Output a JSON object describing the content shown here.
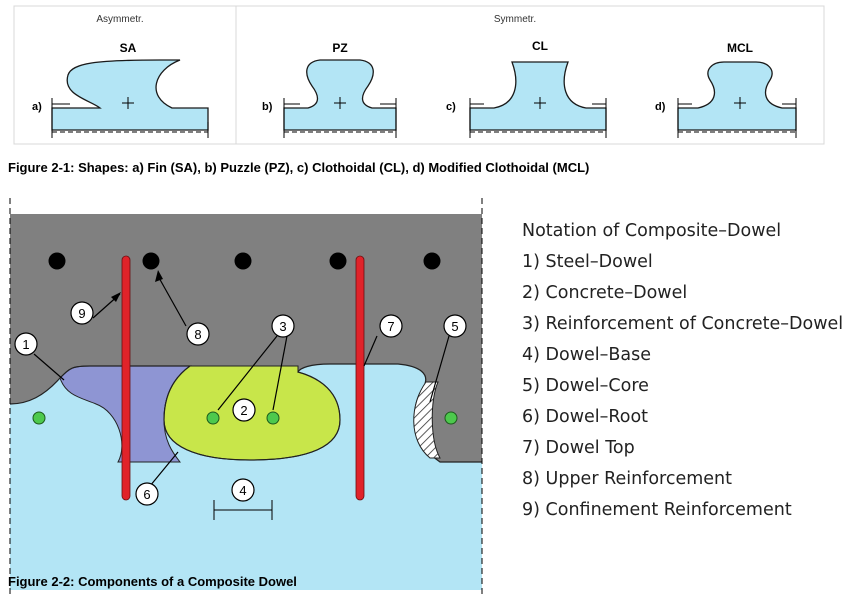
{
  "figure1": {
    "header_asym": "Asymmetr.",
    "header_sym": "Symmetr.",
    "shapes": [
      {
        "id": "SA",
        "name": "SA",
        "label": "a)"
      },
      {
        "id": "PZ",
        "name": "PZ",
        "label": "b)"
      },
      {
        "id": "CL",
        "name": "CL",
        "label": "c)"
      },
      {
        "id": "MCL",
        "name": "MCL",
        "label": "d)"
      }
    ],
    "caption": "Figure 2-1: Shapes: a) Fin (SA), b) Puzzle (PZ), c) Clothoidal (CL), d) Modified Clothoidal (MCL)"
  },
  "figure2": {
    "markers": [
      "1",
      "2",
      "3",
      "4",
      "5",
      "6",
      "7",
      "8",
      "9"
    ],
    "notation_title": "Notation of Composite–Dowel",
    "notation": [
      "1) Steel–Dowel",
      "2) Concrete–Dowel",
      "3) Reinforcement of Concrete–Dowel",
      "4) Dowel–Base",
      "5) Dowel–Core",
      "6) Dowel–Root",
      "7) Dowel Top",
      "8) Upper Reinforcement",
      "9) Confinement Reinforcement"
    ],
    "caption": "Figure 2-2: Components of a Composite Dowel"
  },
  "colors": {
    "steel_light": "#b3e5f5",
    "concrete_grey": "#808080",
    "steel_dowel_blue": "#8e95d3",
    "concrete_dowel_green": "#c8e64a",
    "rebar_red": "#e0232a",
    "rebar_green": "#4dc94d",
    "panel_border": "#d8d8d8"
  }
}
